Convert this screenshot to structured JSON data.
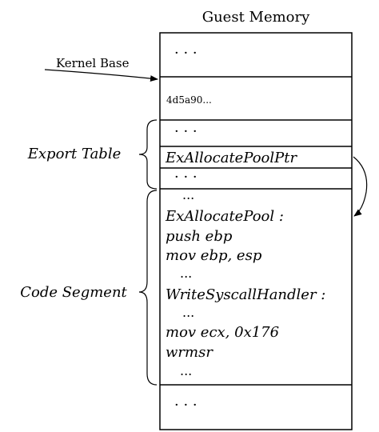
{
  "title": "Guest Memory",
  "kernel_base_label": "Kernel Base",
  "export_table_label": "Export Table",
  "code_segment_label": "Code Segment",
  "cells": {
    "top_ellipsis": "· · ·",
    "header_bytes": "4d5a90...",
    "export_ellipsis_top": "· · ·",
    "export_ptr": "ExAllocatePoolPtr",
    "export_ellipsis_bottom": "· · ·",
    "bottom_ellipsis": "· · ·"
  },
  "code_lines": [
    "...",
    "ExAllocatePool :",
    "push ebp",
    "mov ebp, esp",
    "...",
    "WriteSyscallHandler :",
    "...",
    "mov ecx, 0x176",
    "wrmsr",
    "..."
  ]
}
